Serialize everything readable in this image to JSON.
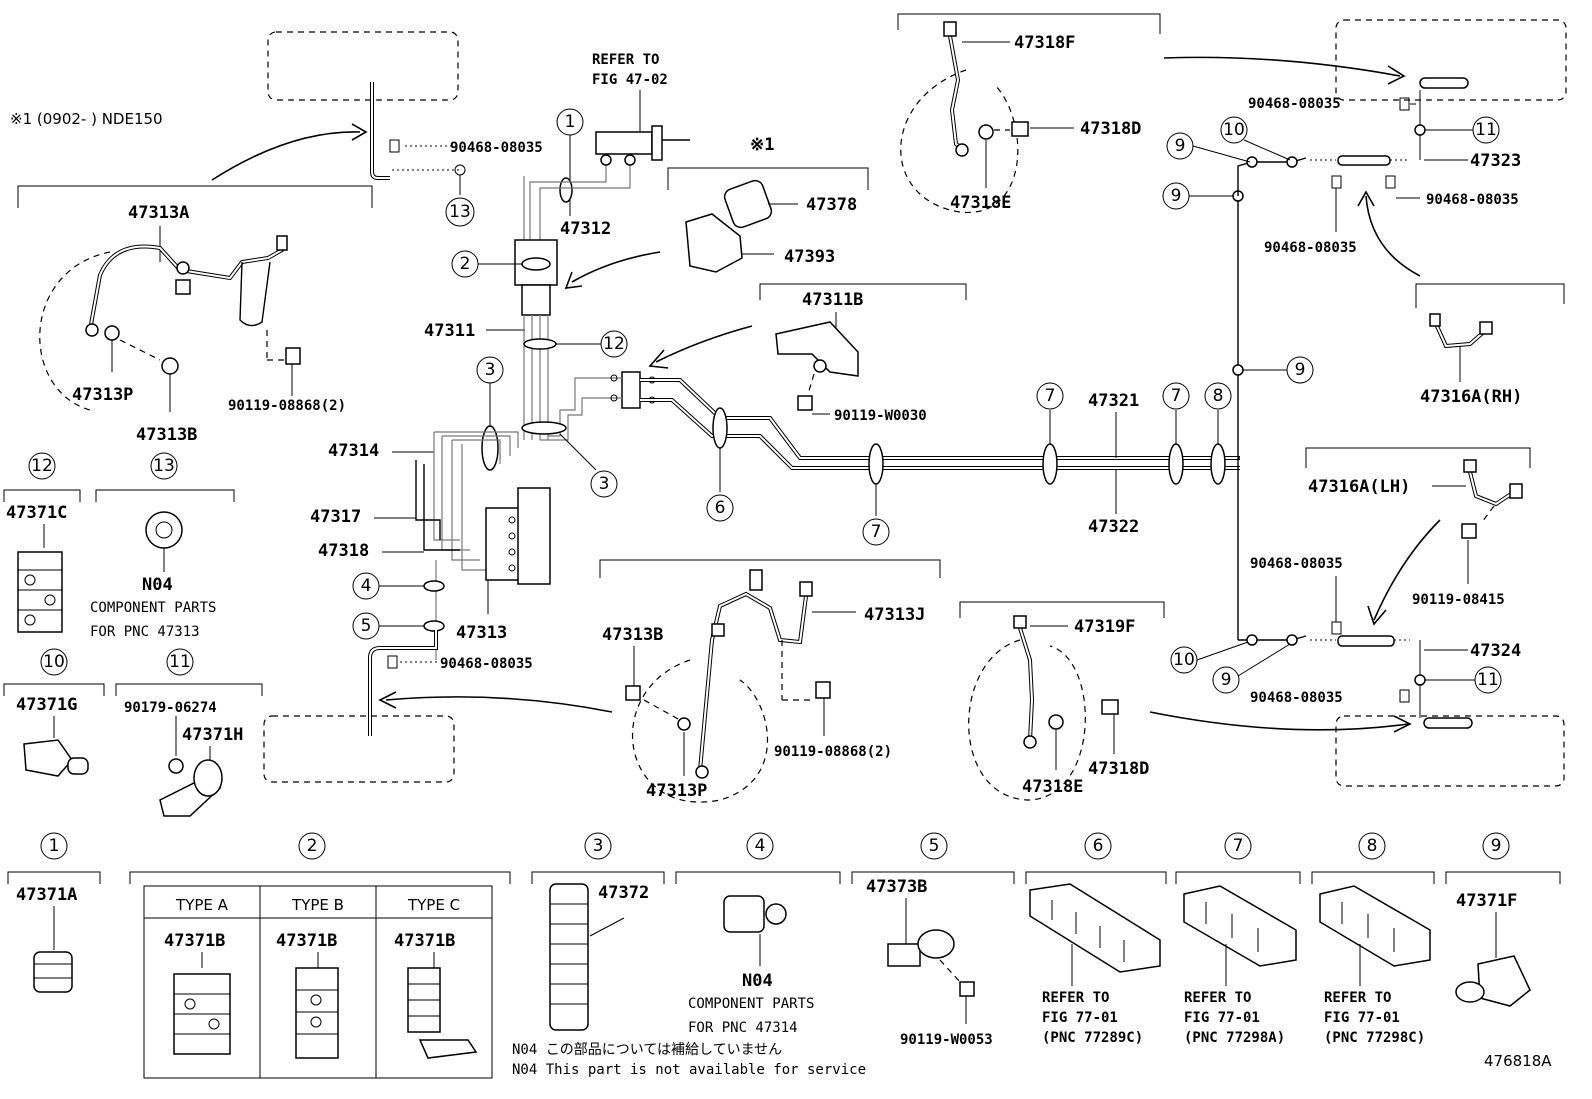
{
  "diagram": {
    "figure_id": "476818A",
    "note_mark": "※1",
    "note_text": "※1 (0902-      ) NDE150",
    "refer_fig_47_02": [
      "REFER TO",
      "FIG 47-02"
    ],
    "main_labels": {
      "p47313A": "47313A",
      "p47313P_left": "47313P",
      "p47313B_left": "47313B",
      "p90119_08868_left": "90119-08868(2)",
      "p90468_top_left": "90468-08035",
      "p47312": "47312",
      "p47311": "47311",
      "p47378": "47378",
      "p47393": "47393",
      "p47311B": "47311B",
      "p90119_W0030": "90119-W0030",
      "p47314": "47314",
      "p47317": "47317",
      "p47318": "47318",
      "p47313": "47313",
      "p90468_mid_left": "90468-08035",
      "p47313B_mid": "47313B",
      "p47313J": "47313J",
      "p90119_08868_mid": "90119-08868(2)",
      "p47313P_mid": "47313P",
      "p47321": "47321",
      "p47322": "47322",
      "p47318F": "47318F",
      "p47318D_top": "47318D",
      "p47318E_top": "47318E",
      "p90468_r1": "90468-08035",
      "p47323": "47323",
      "p90468_r2": "90468-08035",
      "p90468_r3": "90468-08035",
      "p47316A_RH": "47316A(RH)",
      "p47316A_LH": "47316A(LH)",
      "p90119_08415": "90119-08415",
      "p90468_r4": "90468-08035",
      "p47324": "47324",
      "p90468_r5": "90468-08035",
      "p47319F": "47319F",
      "p47318D_bot": "47318D",
      "p47318E_bot": "47318E"
    },
    "callouts_main": [
      "1",
      "2",
      "12",
      "3",
      "3",
      "4",
      "5",
      "6",
      "7",
      "7",
      "7",
      "8",
      "9",
      "9",
      "9",
      "9",
      "10",
      "10",
      "11",
      "11",
      "13"
    ],
    "side_parts": {
      "c12": {
        "num": "12",
        "part": "47371C"
      },
      "c13": {
        "num": "13",
        "part": "N04",
        "desc1": "COMPONENT PARTS",
        "desc2": "FOR PNC 47313"
      },
      "c10": {
        "num": "10",
        "part": "47371G"
      },
      "c11": {
        "num": "11",
        "part": "90179-06274",
        "part2": "47371H"
      }
    },
    "bottom_parts": {
      "c1": {
        "num": "1",
        "part": "47371A"
      },
      "c2": {
        "num": "2",
        "types": [
          "TYPE A",
          "TYPE B",
          "TYPE C"
        ],
        "part": "47371B"
      },
      "c3": {
        "num": "3",
        "part": "47372"
      },
      "c4": {
        "num": "4",
        "part": "N04",
        "desc1": "COMPONENT PARTS",
        "desc2": "FOR PNC 47314"
      },
      "c5": {
        "num": "5",
        "part": "47373B",
        "part2": "90119-W0053"
      },
      "c6": {
        "num": "6",
        "r1": "REFER TO",
        "r2": "FIG 77-01",
        "r3": "(PNC 77289C)"
      },
      "c7": {
        "num": "7",
        "r1": "REFER TO",
        "r2": "FIG 77-01",
        "r3": "(PNC 77298A)"
      },
      "c8": {
        "num": "8",
        "r1": "REFER TO",
        "r2": "FIG 77-01",
        "r3": "(PNC 77298C)"
      },
      "c9": {
        "num": "9",
        "part": "47371F"
      }
    },
    "footnote_jp": "N04 この部品については補給していません",
    "footnote_en": "N04 This part is not available for service"
  }
}
